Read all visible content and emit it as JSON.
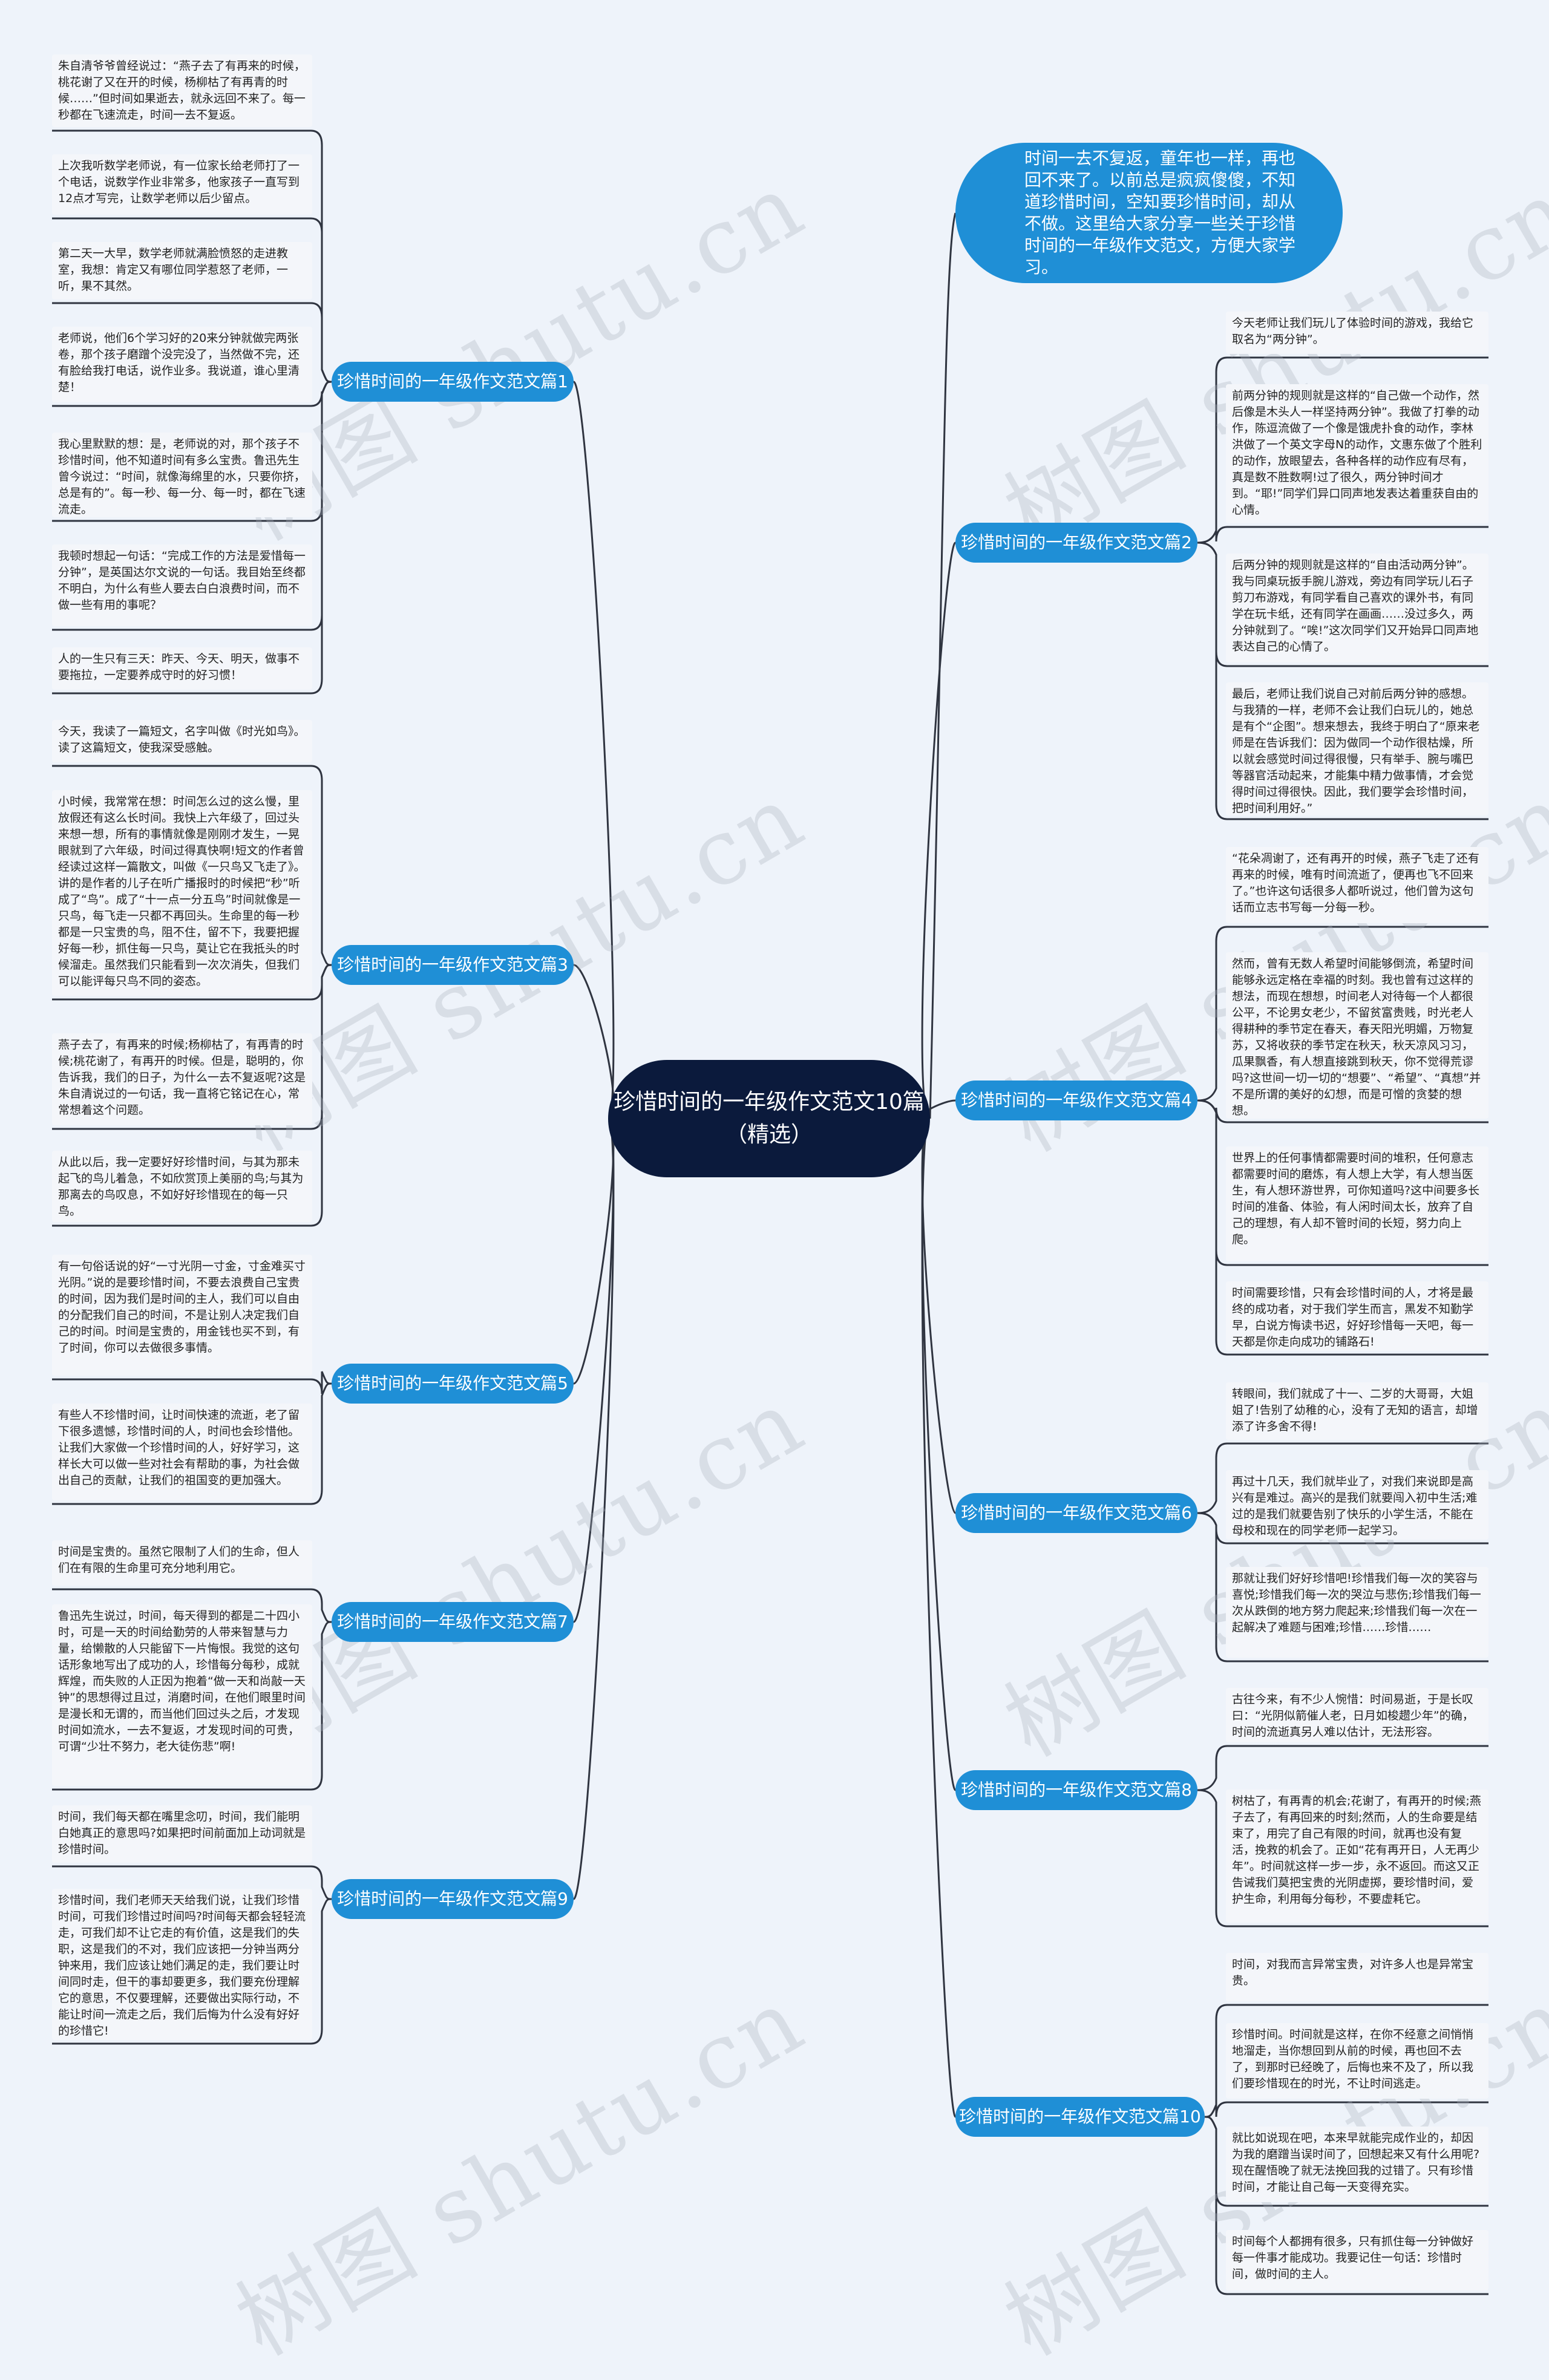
{
  "root": {
    "title": "珍惜时间的一年级作文范文10篇（精选）"
  },
  "intro": {
    "text": "时间一去不复返，童年也一样，再也回不来了。以前总是疯疯傻傻，不知道珍惜时间，空知要珍惜时间，却从不做。这里给大家分享一些关于珍惜时间的一年级作文范文，方便大家学习。"
  },
  "branches": [
    {
      "label": "珍惜时间的一年级作文范文篇1",
      "leaves": [
        "朱自清爷爷曾经说过：“燕子去了有再来的时候，桃花谢了又在开的时候，杨柳枯了有再青的时候……”但时间如果逝去，就永远回不来了。每一秒都在飞速流走，时间一去不复返。",
        "上次我听数学老师说，有一位家长给老师打了一个电话，说数学作业非常多，他家孩子一直写到12点才写完，让数学老师以后少留点。",
        "第二天一大早，数学老师就满脸愤怒的走进教室，我想：肯定又有哪位同学惹怒了老师，一听，果不其然。",
        "老师说，他们6个学习好的20来分钟就做完两张卷，那个孩子磨蹭个没完没了，当然做不完，还有脸给我打电话，说作业多。我说道，谁心里清楚！",
        "我心里默默的想：是，老师说的对，那个孩子不珍惜时间，他不知道时间有多么宝贵。鲁迅先生曾今说过：“时间，就像海绵里的水，只要你挤，总是有的”。每一秒、每一分、每一时，都在飞速流走。",
        "我顿时想起一句话：“完成工作的方法是爱惜每一分钟”，是英国达尔文说的一句话。我目始至终都不明白，为什么有些人要去白白浪费时间，而不做一些有用的事呢？",
        "人的一生只有三天：昨天、今天、明天，做事不要拖拉，一定要养成守时的好习惯！"
      ]
    },
    {
      "label": "珍惜时间的一年级作文范文篇2",
      "leaves": [
        "今天老师让我们玩儿了体验时间的游戏，我给它取名为“两分钟”。",
        "前两分钟的规则就是这样的“自己做一个动作，然后像是木头人一样坚持两分钟”。我做了打拳的动作，陈逗流做了一个像是饿虎扑食的动作，李林洪做了一个英文字母N的动作，文惠东做了个胜利的动作，放眼望去，各种各样的动作应有尽有，真是数不胜数啊!过了很久，两分钟时间才到。“耶!”同学们异口同声地发表达着重获自由的心情。",
        "后两分钟的规则就是这样的“自由活动两分钟”。我与同桌玩扳手腕儿游戏，旁边有同学玩儿石子剪刀布游戏，有同学看自己喜欢的课外书，有同学在玩卡纸，还有同学在画画……没过多久，两分钟就到了。“唉!”这次同学们又开始异口同声地表达自己的心情了。",
        "最后，老师让我们说自己对前后两分钟的感想。与我猜的一样，老师不会让我们白玩儿的，她总是有个“企图”。想来想去，我终于明白了“原来老师是在告诉我们：因为做同一个动作很枯燥，所以就会感觉时间过得很慢，只有举手、腕与嘴巴等器官活动起来，才能集中精力做事情，才会觉得时间过得很快。因此，我们要学会珍惜时间，把时间利用好。”"
      ]
    },
    {
      "label": "珍惜时间的一年级作文范文篇3",
      "leaves": [
        "今天，我读了一篇短文，名字叫做《时光如鸟》。读了这篇短文，使我深受感触。",
        "小时候，我常常在想：时间怎么过的这么慢，里放假还有这么长时间。我快上六年级了，回过头来想一想，所有的事情就像是刚刚才发生，一晃眼就到了六年级，时间过得真快啊!短文的作者曾经读过这样一篇散文，叫做《一只鸟又飞走了》。讲的是作者的儿子在听广播报时的时候把“秒”听成了“鸟”。成了“十一点一分五鸟”时间就像是一只鸟，每飞走一只都不再回头。生命里的每一秒都是一只宝贵的鸟，阻不住，留不下，我要把握好每一秒，抓住每一只鸟，莫让它在我抵头的时候溜走。虽然我们只能看到一次次消失，但我们可以能评每只鸟不同的姿态。",
        "燕子去了，有再来的时候;杨柳枯了，有再青的时候;桃花谢了，有再开的时候。但是，聪明的，你告诉我，我们的日子，为什么一去不复返呢?这是朱自清说过的一句话，我一直将它铭记在心，常常想着这个问题。",
        "从此以后，我一定要好好珍惜时间，与其为那未起飞的鸟儿着急，不如欣赏顶上美丽的鸟;与其为那离去的鸟叹息，不如好好珍惜现在的每一只鸟。"
      ]
    },
    {
      "label": "珍惜时间的一年级作文范文篇4",
      "leaves": [
        "“花朵凋谢了，还有再开的时候，燕子飞走了还有再来的时候，唯有时间流逝了，便再也飞不回来了。”也许这句话很多人都听说过，他们曾为这句话而立志书写每一分每一秒。",
        "然而，曾有无数人希望时间能够倒流，希望时间能够永远定格在幸福的时刻。我也曾有过这样的想法，而现在想想，时间老人对待每一个人都很公平，不论男女老少，不留贫富贵贱，时光老人得耕种的季节定在春天，春天阳光明媚，万物复苏，又将收获的季节定在秋天，秋天凉风习习，瓜果飘香，有人想直接跳到秋天，你不觉得荒谬吗?这世间一切一切的“想要”、“希望”、“真想”并不是所谓的美好的幻想，而是可憎的贪婪的想想。",
        "世界上的任何事情都需要时间的堆积，任何意志都需要时间的磨炼，有人想上大学，有人想当医生，有人想环游世界，可你知道吗?这中间要多长时间的准备、体验，有人闲时间太长，放弃了自己的理想，有人却不管时间的长短，努力向上爬。",
        "时间需要珍惜，只有会珍惜时间的人，才将是最终的成功者，对于我们学生而言，黑发不知勤学早，白说方悔读书迟，好好珍惜每一天吧，每一天都是你走向成功的铺路石!"
      ]
    },
    {
      "label": "珍惜时间的一年级作文范文篇5",
      "leaves": [
        "有一句俗话说的好“一寸光阴一寸金，寸金难买寸光阴。”说的是要珍惜时间，不要去浪费自己宝贵的时间，因为我们是时间的主人，我们可以自由的分配我们自己的时间，不是让别人决定我们自己的时间。时间是宝贵的，用金钱也买不到，有了时间，你可以去做很多事情。",
        "有些人不珍惜时间，让时间快速的流逝，老了留下很多遗憾，珍惜时间的人，时间也会珍惜他。让我们大家做一个珍惜时间的人，好好学习，这样长大可以做一些对社会有帮助的事，为社会做出自己的贡献，让我们的祖国变的更加强大。"
      ]
    },
    {
      "label": "珍惜时间的一年级作文范文篇6",
      "leaves": [
        "转眼间，我们就成了十一、二岁的大哥哥，大姐姐了!告别了幼稚的心，没有了无知的语言，却增添了许多舍不得!",
        "再过十几天，我们就毕业了，对我们来说即是高兴有是难过。高兴的是我们就要闯入初中生活;难过的是我们就要告别了快乐的小学生活，不能在母校和现在的同学老师一起学习。",
        "那就让我们好好珍惜吧!珍惜我们每一次的笑容与喜悦;珍惜我们每一次的哭泣与悲伤;珍惜我们每一次从跌倒的地方努力爬起来;珍惜我们每一次在一起解决了难题与困难;珍惜……珍惜……"
      ]
    },
    {
      "label": "珍惜时间的一年级作文范文篇7",
      "leaves": [
        "时间是宝贵的。虽然它限制了人们的生命，但人们在有限的生命里可充分地利用它。",
        "鲁迅先生说过，时间，每天得到的都是二十四小时，可是一天的时间给勤劳的人带来智慧与力量，给懒散的人只能留下一片悔恨。我觉的这句话形象地写出了成功的人，珍惜每分每秒，成就辉煌，而失败的人正因为抱着“做一天和尚敲一天钟”的思想得过且过，消磨时间，在他们眼里时间是漫长和无谓的，而当他们回过头之后，才发现时间如流水，一去不复返，才发现时间的可贵，可谓“少壮不努力，老大徒伤悲”啊!"
      ]
    },
    {
      "label": "珍惜时间的一年级作文范文篇8",
      "leaves": [
        "古往今来，有不少人惋惜：时间易逝，于是长叹曰：“光阴似箭催人老，日月如梭趱少年”的确，时间的流逝真另人难以估计，无法形容。",
        "树枯了，有再青的机会;花谢了，有再开的时候;燕子去了，有再回来的时刻;然而，人的生命要是结束了，用完了自己有限的时间，就再也没有复活，挽救的机会了。正如“花有再开日，人无再少年”。时间就这样一步一步，永不返回。而这又正告诫我们莫把宝贵的光阴虚掷，要珍惜时间，爱护生命，利用每分每秒，不要虚耗它。"
      ]
    },
    {
      "label": "珍惜时间的一年级作文范文篇9",
      "leaves": [
        "时间，我们每天都在嘴里念叨，时间，我们能明白她真正的意思吗?如果把时间前面加上动词就是珍惜时间。",
        "珍惜时间，我们老师天天给我们说，让我们珍惜时间，可我们珍惜过时间吗?时间每天都会轻轻流走，可我们却不让它走的有价值，这是我们的失职，这是我们的不对，我们应该把一分钟当两分钟来用，我们应该让她们满足的走，我们要让时间同时走，但干的事却要更多，我们要充份理解它的意思，不仅要理解，还要做出实际行动，不能让时间一流走之后，我们后悔为什么没有好好的珍惜它!"
      ]
    },
    {
      "label": "珍惜时间的一年级作文范文篇10",
      "leaves": [
        "时间，对我而言异常宝贵，对许多人也是异常宝贵。",
        "珍惜时间。时间就是这样，在你不经意之间悄悄地溜走，当你想回到从前的时候，再也回不去了，到那时已经晚了，后悔也来不及了，所以我们要珍惜现在的时光，不让时间逃走。",
        "就比如说现在吧，本来早就能完成作业的，却因为我的磨蹭当误时间了，回想起来又有什么用呢?现在醒悟晚了就无法挽回我的过错了。只有珍惜时间，才能让自己每一天变得充实。",
        "时间每个人都拥有很多，只有抓住每一分钟做好每一件事才能成功。我要记住一句话：珍惜时间，做时间的主人。"
      ]
    }
  ],
  "watermark": {
    "text": "树图 shutu.cn"
  },
  "colors": {
    "background": "#eef3fa",
    "root": "#0b1a3c",
    "branch": "#1f8fd6",
    "leaf": "#f4f6fa",
    "line": "#2f3440"
  }
}
